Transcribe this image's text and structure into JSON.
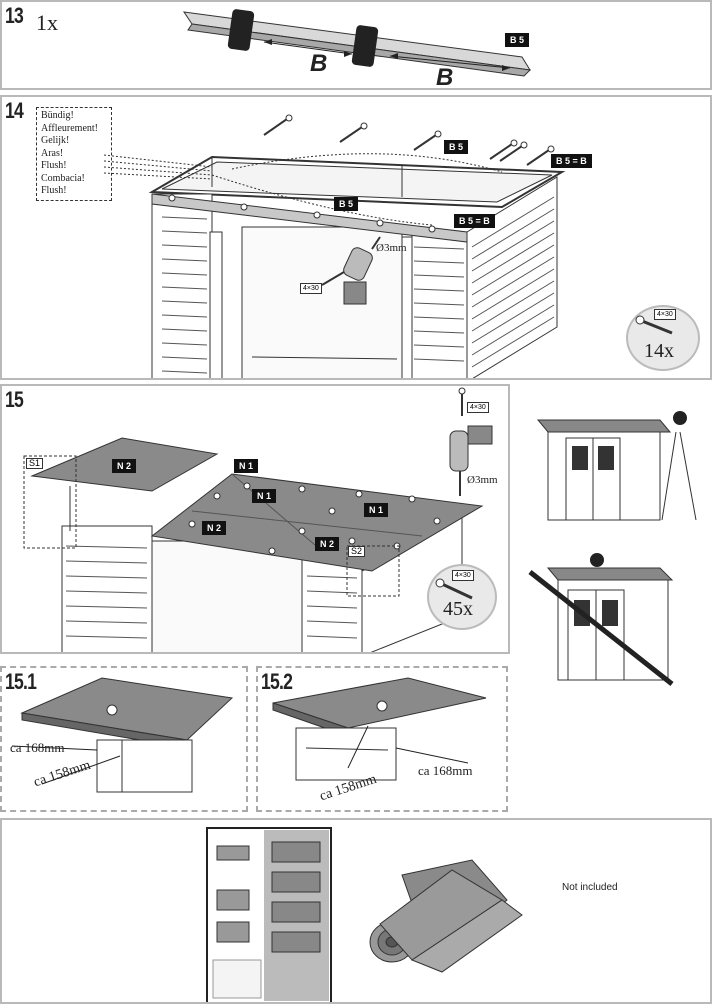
{
  "step13": {
    "number": "13",
    "quantity": "1x",
    "label_b5": "B 5",
    "b_marks": [
      "B",
      "B"
    ]
  },
  "step14": {
    "number": "14",
    "flush_words": [
      "Bündig!",
      "Affleurement!",
      "Gelijk!",
      "Aras!",
      "Flush!",
      "Combacia!",
      "Flush!"
    ],
    "label_b5_top": "B 5",
    "label_b5eqb_top": "B 5 = B",
    "label_b5_front": "B 5",
    "label_b5eqb_front": "B 5 = B",
    "drill_size": "Ø3mm",
    "screw_spec": "4×30",
    "screw_count": "14x",
    "icon": "screw-icon"
  },
  "step15": {
    "number": "15",
    "labels": {
      "n2_left": "N 2",
      "n1_top": "N 1",
      "n1_mid": "N 1",
      "n1_right": "N 1",
      "n2_mid": "N 2",
      "n2_right": "N 2",
      "s1": "S1",
      "s2": "S2"
    },
    "screw_spec_top": "4×30",
    "screw_spec_circle": "4×30",
    "drill_size": "Ø3mm",
    "screw_count": "45x"
  },
  "step15_1": {
    "number": "15.1",
    "dim_short": "ca 168mm",
    "dim_long": "ca 158mm"
  },
  "step15_2": {
    "number": "15.2",
    "dim_short": "ca 168mm",
    "dim_long": "ca 158mm"
  },
  "bottom": {
    "not_included": "Not included",
    "booklet_icon": "instruction-booklet-icon",
    "roll_icon": "roofing-felt-roll-icon"
  }
}
